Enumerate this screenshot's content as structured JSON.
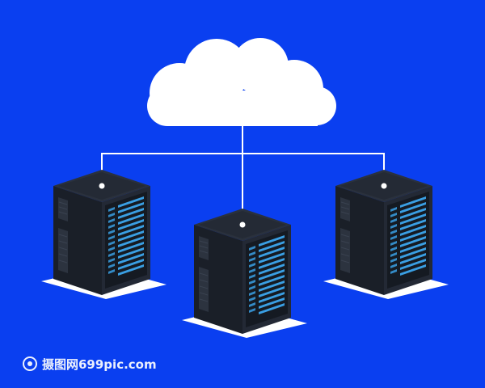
{
  "diagram": {
    "nodes": [
      {
        "id": "cloud",
        "kind": "cloud-icon"
      },
      {
        "id": "server-left",
        "kind": "server-rack-icon"
      },
      {
        "id": "server-center",
        "kind": "server-rack-icon"
      },
      {
        "id": "server-right",
        "kind": "server-rack-icon"
      }
    ],
    "edges": [
      {
        "from": "cloud",
        "to": "server-left"
      },
      {
        "from": "cloud",
        "to": "server-center"
      },
      {
        "from": "cloud",
        "to": "server-right"
      }
    ]
  },
  "watermark": {
    "text": "摄图网699pic.com"
  },
  "colors": {
    "background": "#0a3ff0",
    "cloud": "#ffffff",
    "connector": "#ffffff",
    "server_front": "#1f2530",
    "server_side": "#161b24",
    "server_top": "#2a313d",
    "server_panel": "#3a9fe3",
    "server_shadow": "#ffffff"
  }
}
